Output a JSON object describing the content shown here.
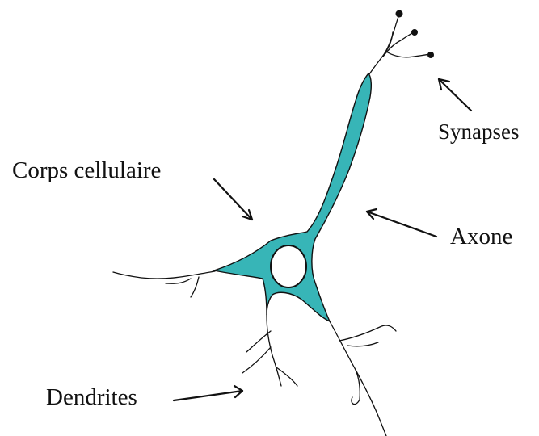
{
  "labels": {
    "synapses": "Synapses",
    "corps_cellulaire": "Corps cellulaire",
    "axone": "Axone",
    "dendrites": "Dendrites"
  },
  "colors": {
    "cell_fill": "#37b5b7",
    "outline": "#111111",
    "background": "#ffffff"
  }
}
